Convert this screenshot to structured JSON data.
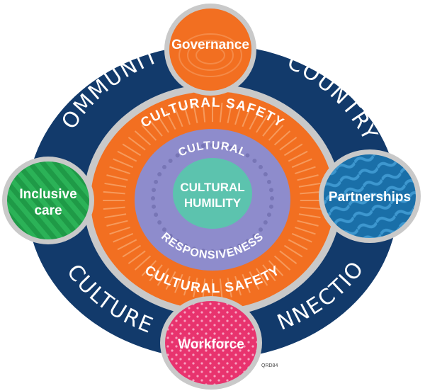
{
  "outer_ring": {
    "community": "COMMUNITY",
    "country": "COUNTRY",
    "culture": "CULTURE",
    "connections": "CONNECTIONS"
  },
  "middle_ring": {
    "top": "CULTURAL SAFETY",
    "bottom": "CULTURAL SAFETY"
  },
  "inner_ring": {
    "top": "CULTURAL",
    "bottom": "RESPONSIVENESS"
  },
  "center": {
    "line1": "CULTURAL",
    "line2": "HUMILITY"
  },
  "nodes": {
    "governance": "Governance",
    "inclusive_care_line1": "Inclusive",
    "inclusive_care_line2": "care",
    "partnerships": "Partnerships",
    "workforce": "Workforce"
  },
  "code": "QRD84",
  "colors": {
    "navy": "#123a6b",
    "grey_border": "#c9c9c9",
    "orange": "#f26f21",
    "purple": "#8e8ccc",
    "teal": "#5cc3ae",
    "green": "#1f9a47",
    "blue": "#1f7bb5",
    "pink": "#e8336e"
  }
}
